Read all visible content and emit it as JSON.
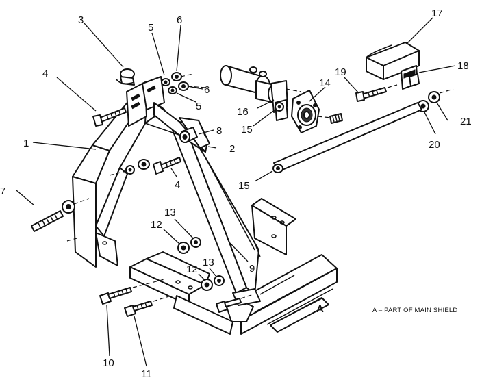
{
  "callouts": {
    "c1": "1",
    "c2": "2",
    "c3": "3",
    "c4a": "4",
    "c4b": "4",
    "c5a": "5",
    "c5b": "5",
    "c6a": "6",
    "c6b": "6",
    "c7": "7",
    "c8": "8",
    "c9": "9",
    "c10": "10",
    "c11": "11",
    "c12a": "12",
    "c12b": "12",
    "c13a": "13",
    "c13b": "13",
    "c14": "14",
    "c15a": "15",
    "c15b": "15",
    "c16": "16",
    "c17": "17",
    "c18": "18",
    "c19": "19",
    "c20": "20",
    "c21": "21"
  },
  "view_marker": "A",
  "note": "A – PART OF MAIN SHIELD"
}
